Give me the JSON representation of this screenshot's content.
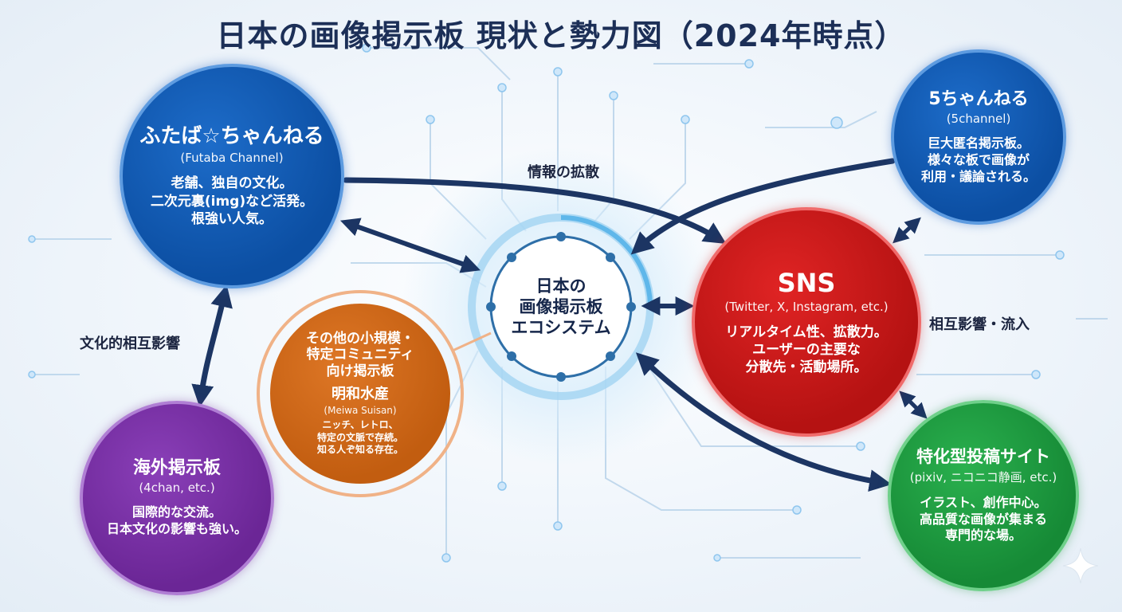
{
  "title": "日本の画像掲示板 現状と勢力図（2024年時点）",
  "center": {
    "line1": "日本の",
    "line2": "画像掲示板",
    "line3": "エコシステム"
  },
  "nodes": {
    "futaba": {
      "title": "ふたば☆ちゃんねる",
      "subtitle": "(Futaba Channel)",
      "desc": [
        "老舗、独自の文化。",
        "二次元裏(img)など活発。",
        "根強い人気。"
      ]
    },
    "fivech": {
      "title": "5ちゃんねる",
      "subtitle": "(5channel)",
      "desc": [
        "巨大匿名掲示板。",
        "様々な板で画像が",
        "利用・議論される。"
      ]
    },
    "sns": {
      "title": "SNS",
      "subtitle": "(Twitter, X, Instagram, etc.)",
      "desc": [
        "リアルタイム性、拡散力。",
        "ユーザーの主要な",
        "分散先・活動場所。"
      ]
    },
    "kaigai": {
      "title": "海外掲示板",
      "subtitle": "(4chan, etc.)",
      "desc": [
        "国際的な交流。",
        "日本文化の影響も強い。"
      ]
    },
    "tokka": {
      "title": "特化型投稿サイト",
      "subtitle": "(pixiv, ニコニコ静画, etc.)",
      "desc": [
        "イラスト、創作中心。",
        "高品質な画像が集まる",
        "専門的な場。"
      ]
    },
    "sonota": {
      "title": [
        "その他の小規模・",
        "特定コミュニティ",
        "向け掲示板"
      ],
      "name": "明和水産",
      "subtitle": "(Meiwa Suisan)",
      "desc": [
        "ニッチ、レトロ、",
        "特定の文脈で存続。",
        "知る人ぞ知る存在。"
      ]
    }
  },
  "labels": {
    "diffusion": "情報の拡散",
    "mutual_inflow": "相互影響・流入",
    "cultural": "文化的相互影響"
  },
  "colors": {
    "arrow": "#1c3563",
    "futaba": "#0c4fa3",
    "sns": "#c81a1a",
    "kaigai": "#6b2696",
    "tokka": "#168a36",
    "sonota": "#c25d10"
  }
}
